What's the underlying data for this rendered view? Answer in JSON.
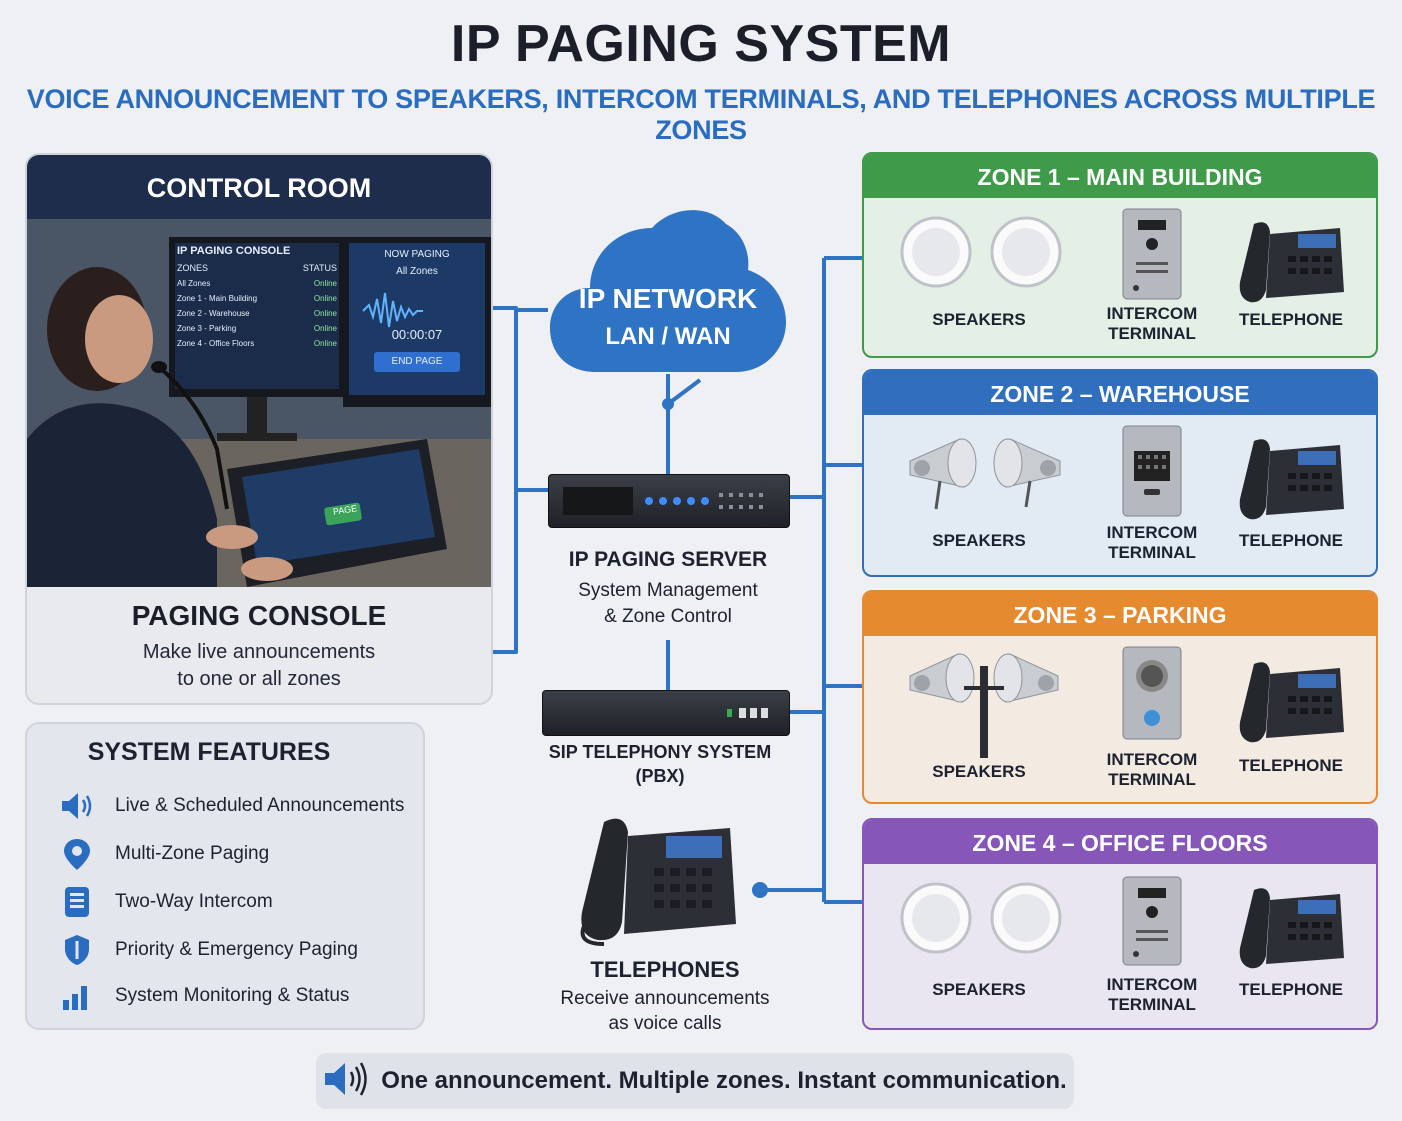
{
  "header": {
    "title": "IP PAGING SYSTEM",
    "subtitle": "VOICE ANNOUNCEMENT TO SPEAKERS, INTERCOM TERMINALS, AND TELEPHONES ACROSS MULTIPLE ZONES"
  },
  "control_room": {
    "header": "CONTROL ROOM",
    "screen_left": {
      "title": "IP PAGING CONSOLE",
      "col_zones": "ZONES",
      "col_status": "STATUS",
      "rows": [
        {
          "zone": "All Zones",
          "status": "Online"
        },
        {
          "zone": "Zone 1 - Main Building",
          "status": "Online"
        },
        {
          "zone": "Zone 2 - Warehouse",
          "status": "Online"
        },
        {
          "zone": "Zone 3 - Parking",
          "status": "Online"
        },
        {
          "zone": "Zone 4 - Office Floors",
          "status": "Online"
        }
      ]
    },
    "screen_right": {
      "title": "NOW PAGING",
      "target": "All Zones",
      "timer": "00:00:07",
      "end_button": "END PAGE"
    },
    "page_button": "PAGE",
    "caption_title": "PAGING CONSOLE",
    "caption_line1": "Make live announcements",
    "caption_line2": "to one or all zones"
  },
  "features": {
    "title": "SYSTEM FEATURES",
    "items": [
      {
        "label": "Live & Scheduled Announcements",
        "icon": "speaker-icon"
      },
      {
        "label": "Multi-Zone Paging",
        "icon": "location-pin-icon"
      },
      {
        "label": "Two-Way Intercom",
        "icon": "intercom-icon"
      },
      {
        "label": "Priority & Emergency Paging",
        "icon": "shield-icon"
      },
      {
        "label": "System Monitoring & Status",
        "icon": "bar-chart-icon"
      }
    ]
  },
  "network": {
    "line1": "IP NETWORK",
    "line2": "LAN / WAN"
  },
  "server": {
    "title": "IP PAGING SERVER",
    "sub_line1": "System Management",
    "sub_line2": "& Zone Control"
  },
  "pbx": {
    "title": "SIP TELEPHONY SYSTEM",
    "sub": "(PBX)"
  },
  "telephones": {
    "title": "TELEPHONES",
    "sub_line1": "Receive announcements",
    "sub_line2": "as voice calls"
  },
  "zones": [
    {
      "title": "ZONE 1 – MAIN BUILDING",
      "color": "#3f9a4a",
      "bg": "#e4efe6",
      "speakers": "SPEAKERS",
      "intercom_line1": "INTERCOM",
      "intercom_line2": "TERMINAL",
      "telephone": "TELEPHONE"
    },
    {
      "title": "ZONE 2 – WAREHOUSE",
      "color": "#2f6fbd",
      "bg": "#e2eaf4",
      "speakers": "SPEAKERS",
      "intercom_line1": "INTERCOM",
      "intercom_line2": "TERMINAL",
      "telephone": "TELEPHONE"
    },
    {
      "title": "ZONE 3 – PARKING",
      "color": "#e58a2e",
      "bg": "#f3ebe2",
      "speakers": "SPEAKERS",
      "intercom_line1": "INTERCOM",
      "intercom_line2": "TERMINAL",
      "telephone": "TELEPHONE"
    },
    {
      "title": "ZONE 4 – OFFICE FLOORS",
      "color": "#8657b8",
      "bg": "#e9e6f1",
      "speakers": "SPEAKERS",
      "intercom_line1": "INTERCOM",
      "intercom_line2": "TERMINAL",
      "telephone": "TELEPHONE"
    }
  ],
  "tagline": "One announcement. Multiple zones. Instant communication.",
  "colors": {
    "accent_blue": "#2a6cc0",
    "line_blue": "#2f74c4",
    "navy": "#1f2d4d"
  }
}
